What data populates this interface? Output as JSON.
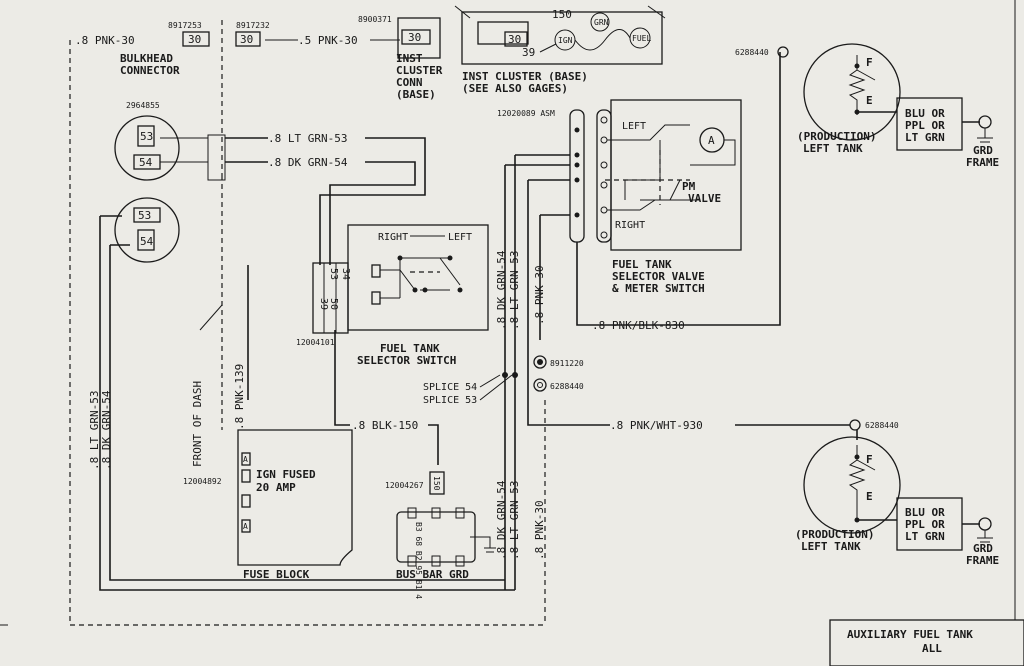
{
  "wire_labels": {
    "pnk30_a": ".8 PNK-30",
    "pnk30_b": ".5 PNK-30",
    "ltgrn53": ".8 LT GRN-53",
    "dkgrn54": ".8 DK GRN-54",
    "ltgrn53_v": ".8 LT GRN-53",
    "dkgrn54_v": ".8 DK GRN-54",
    "pnk139": ".8 PNK-139",
    "blk150": ".8 BLK-150",
    "pnkblk830": ".8 PNK/BLK-830",
    "pnkwht930": ".8 PNK/WHT-930",
    "mid_dkgrn54": ".8 DK GRN-54",
    "mid_ltgrn53": ".8 LT GRN-53",
    "mid_pnk30": ".8 PNK-30",
    "bot_dkgrn54": ".8 DK GRN-54",
    "bot_ltgrn53": ".8 LT GRN-53",
    "bot_pnk30": ".8 PNK-30"
  },
  "part_numbers": {
    "p1": "8917253",
    "p2": "8917232",
    "p3": "8900371",
    "p4": "2964855",
    "p5": "12020089 ASM",
    "p6": "6288440",
    "p7": "12004101",
    "p8": "8911220",
    "p9": "6288440",
    "p10": "6288440",
    "p11": "12004892",
    "p12": "12004267"
  },
  "labels": {
    "bulkhead": "BULKHEAD",
    "connector": "CONNECTOR",
    "inst": "INST",
    "cluster": "CLUSTER",
    "conn": "CONN",
    "base": "(BASE)",
    "inst_cluster_base": "INST CLUSTER (BASE)",
    "see_also": "(SEE ALSO GAGES)",
    "front_of_dash": "FRONT OF DASH",
    "selector_switch_1": "FUEL TANK",
    "selector_switch_2": "SELECTOR SWITCH",
    "right": "RIGHT",
    "left": "LEFT",
    "valve_left": "LEFT",
    "valve_right": "RIGHT",
    "pm": "PM",
    "valve": "VALVE",
    "sv_1": "FUEL TANK",
    "sv_2": "SELECTOR VALVE",
    "sv_3": "& METER SWITCH",
    "splice54": "SPLICE 54",
    "splice53": "SPLICE 53",
    "ign_fused": "IGN FUSED",
    "amp": "20 AMP",
    "fuse_block": "FUSE BLOCK",
    "bus_bar": "BUS BAR GRD",
    "production": "(PRODUCTION)",
    "left_tank": "LEFT TANK",
    "blu_or": "BLU OR",
    "ppl_or": "PPL OR",
    "lt_grn": "LT GRN",
    "grd": "GRD",
    "frame": "FRAME",
    "f": "F",
    "e": "E",
    "a_meter": "A",
    "grn": "GRN",
    "ign": "IGN",
    "fuel": "FUEL"
  },
  "pins": {
    "c30a": "30",
    "c30b": "30",
    "c30c": "30",
    "c30d": "30",
    "c150": "150",
    "c39": "39",
    "g53a": "53",
    "g54a": "54",
    "g53b": "53",
    "g54b": "54",
    "s39": "39",
    "s50": "50",
    "s53": "53",
    "s34": "34",
    "f150": "150",
    "fa": "A",
    "bus": "B3 68 B2 95 B1 4"
  },
  "title_block": {
    "line1": "AUXILIARY FUEL TANK",
    "line2": "ALL"
  }
}
